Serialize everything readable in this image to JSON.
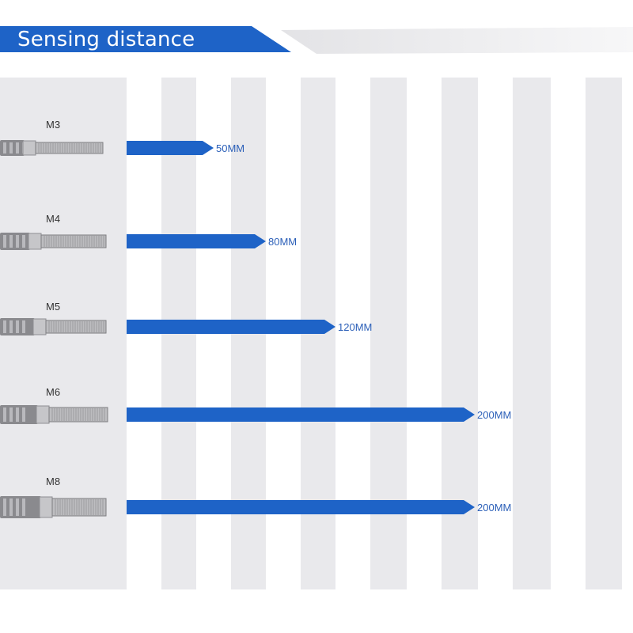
{
  "header": {
    "title": "Sensing distance"
  },
  "colors": {
    "accent": "#1e63c7",
    "stripe": "#e9e9ec",
    "label_blue": "#2b5fb8"
  },
  "chart_data": {
    "type": "bar",
    "orientation": "horizontal",
    "categories": [
      "M3",
      "M4",
      "M5",
      "M6",
      "M8"
    ],
    "values": [
      50,
      80,
      120,
      200,
      200
    ],
    "value_labels": [
      "50MM",
      "80MM",
      "120MM",
      "200MM",
      "200MM"
    ],
    "xlim": [
      0,
      200
    ],
    "grid": true,
    "title": "Sensing distance"
  }
}
